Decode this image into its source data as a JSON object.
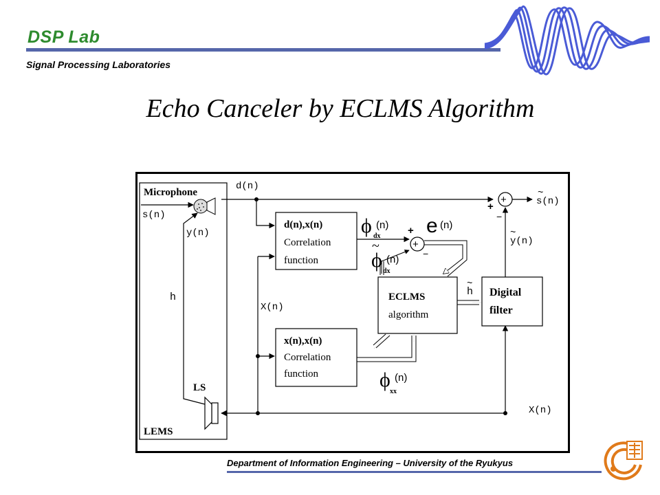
{
  "header": {
    "lab_name": "DSP Lab",
    "lab_subtitle": "Signal Processing Laboratories"
  },
  "title": "Echo Canceler by ECLMS Algorithm",
  "footer": {
    "text": "Department of Information Engineering – University of the Ryukyus"
  },
  "diagram": {
    "microphone": "Microphone",
    "loudspeaker": "LS",
    "room": "LEMS",
    "s_n": "s(n)",
    "y_n": "y(n)",
    "h": "h",
    "d_n": "d(n)",
    "x_n_mid": "X(n)",
    "x_n_bottom": "X(n)",
    "s_tilde_n": "s(n)",
    "y_tilde_n": "y(n)",
    "h_tilde": "h",
    "tilde": "~",
    "corr1": {
      "line1": "d(n),x(n)",
      "line2": "Correlation",
      "line3": "function"
    },
    "corr2": {
      "line1": "x(n),x(n)",
      "line2": "Correlation",
      "line3": "function"
    },
    "eclms": {
      "line1": "ECLMS",
      "line2": "algorithm"
    },
    "filter": {
      "line1": "Digital",
      "line2": "filter"
    },
    "phi": "ϕ",
    "phi_dx_sub": "dx",
    "phi_xx_sub": "xx",
    "n_arg": "(n)",
    "e_symbol": "e",
    "plus": "+",
    "minus": "−"
  },
  "colors": {
    "lab_green": "#2e8b2e",
    "rule_blue": "#5566aa",
    "wave_blue": "#4a5bd6",
    "seal_orange": "#e07a1a"
  }
}
